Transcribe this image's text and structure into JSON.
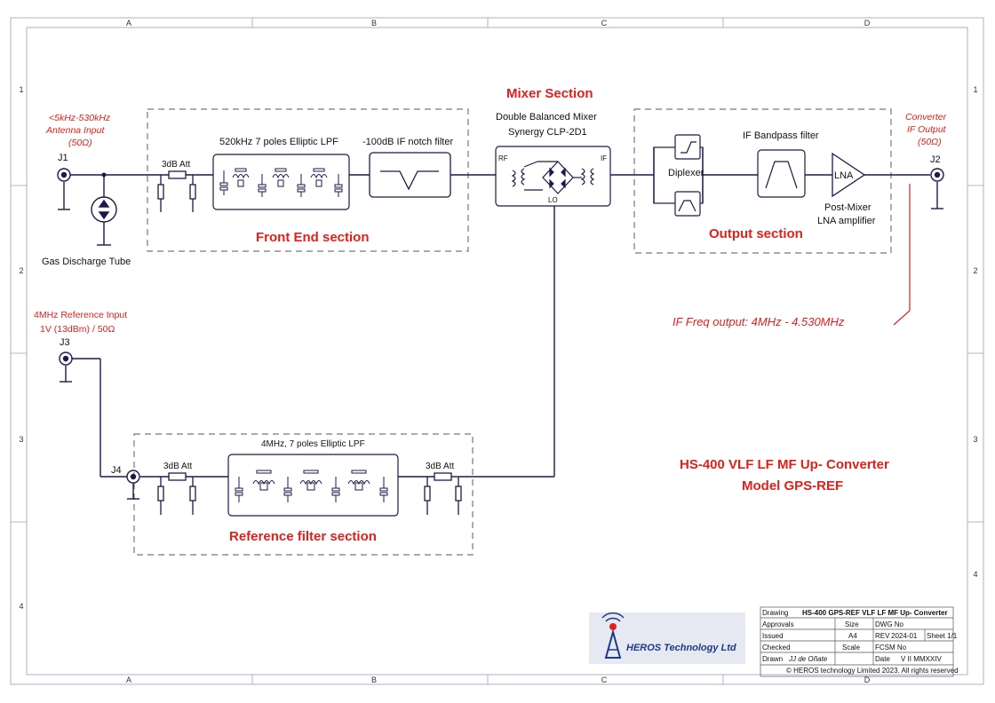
{
  "frame": {
    "cols": [
      "A",
      "B",
      "C",
      "D"
    ],
    "rows": [
      "1",
      "2",
      "3",
      "4"
    ]
  },
  "connectors": {
    "j1": "J1",
    "j2": "J2",
    "j3": "J3",
    "j4": "J4"
  },
  "labels": {
    "antenna_input": [
      "<5kHz-530kHz",
      "Antenna Input",
      "(50Ω)"
    ],
    "converter_output": [
      "Converter",
      "IF Output",
      "(50Ω)"
    ],
    "reference_input": [
      "4MHz Reference Input",
      "1V (13dBm) / 50Ω"
    ],
    "gas_discharge": "Gas Discharge Tube",
    "att_front": "3dB Att",
    "lpf_front": "520kHz 7 poles Elliptic LPF",
    "notch": "-100dB IF notch filter",
    "front_end_section": "Front End section",
    "mixer_section": "Mixer Section",
    "mixer_name": [
      "Double Balanced Mixer",
      "Synergy CLP-2D1"
    ],
    "mixer_rf": "RF",
    "mixer_if": "IF",
    "mixer_lo": "LO",
    "diplexer": "Diplexer",
    "if_bpf": "IF Bandpass filter",
    "lna": "LNA",
    "lna_caption": [
      "Post-Mixer",
      "LNA amplifier"
    ],
    "output_section": "Output section",
    "if_freq_output": "IF Freq output: 4MHz - 4.530MHz",
    "ref_lpf": "4MHz, 7 poles Elliptic LPF",
    "att_ref_in": "3dB Att",
    "att_ref_out": "3dB Att",
    "reference_filter_section": "Reference filter section",
    "main_title": [
      "HS-400 VLF LF MF Up- Converter",
      "Model  GPS-REF"
    ]
  },
  "colors": {
    "accent_red": "#e0201b",
    "line": "#1a1a4a",
    "logo_blue": "#1a3a8a"
  },
  "title_block": {
    "logo_text": "HEROS Technology Ltd",
    "drawing_label": "Drawing",
    "drawing_value": "HS-400 GPS-REF VLF LF MF Up- Converter",
    "approvals_label": "Approvals",
    "size_label": "Size",
    "dwg_no_label": "DWG No",
    "issued_label": "Issued",
    "size_value": "A4",
    "rev_label": "REV",
    "rev_value": "2024-01",
    "sheet_value": "Sheet 1/1",
    "checked_label": "Checked",
    "scale_label": "Scale",
    "fcsm_label": "FCSM No",
    "drawn_label": "Drawn",
    "drawn_value": "JJ de Oñate",
    "date_label": "Date",
    "date_value": "V II MMXXIV",
    "copyright": "© HEROS technology Limited 2023. All rights reserved"
  }
}
